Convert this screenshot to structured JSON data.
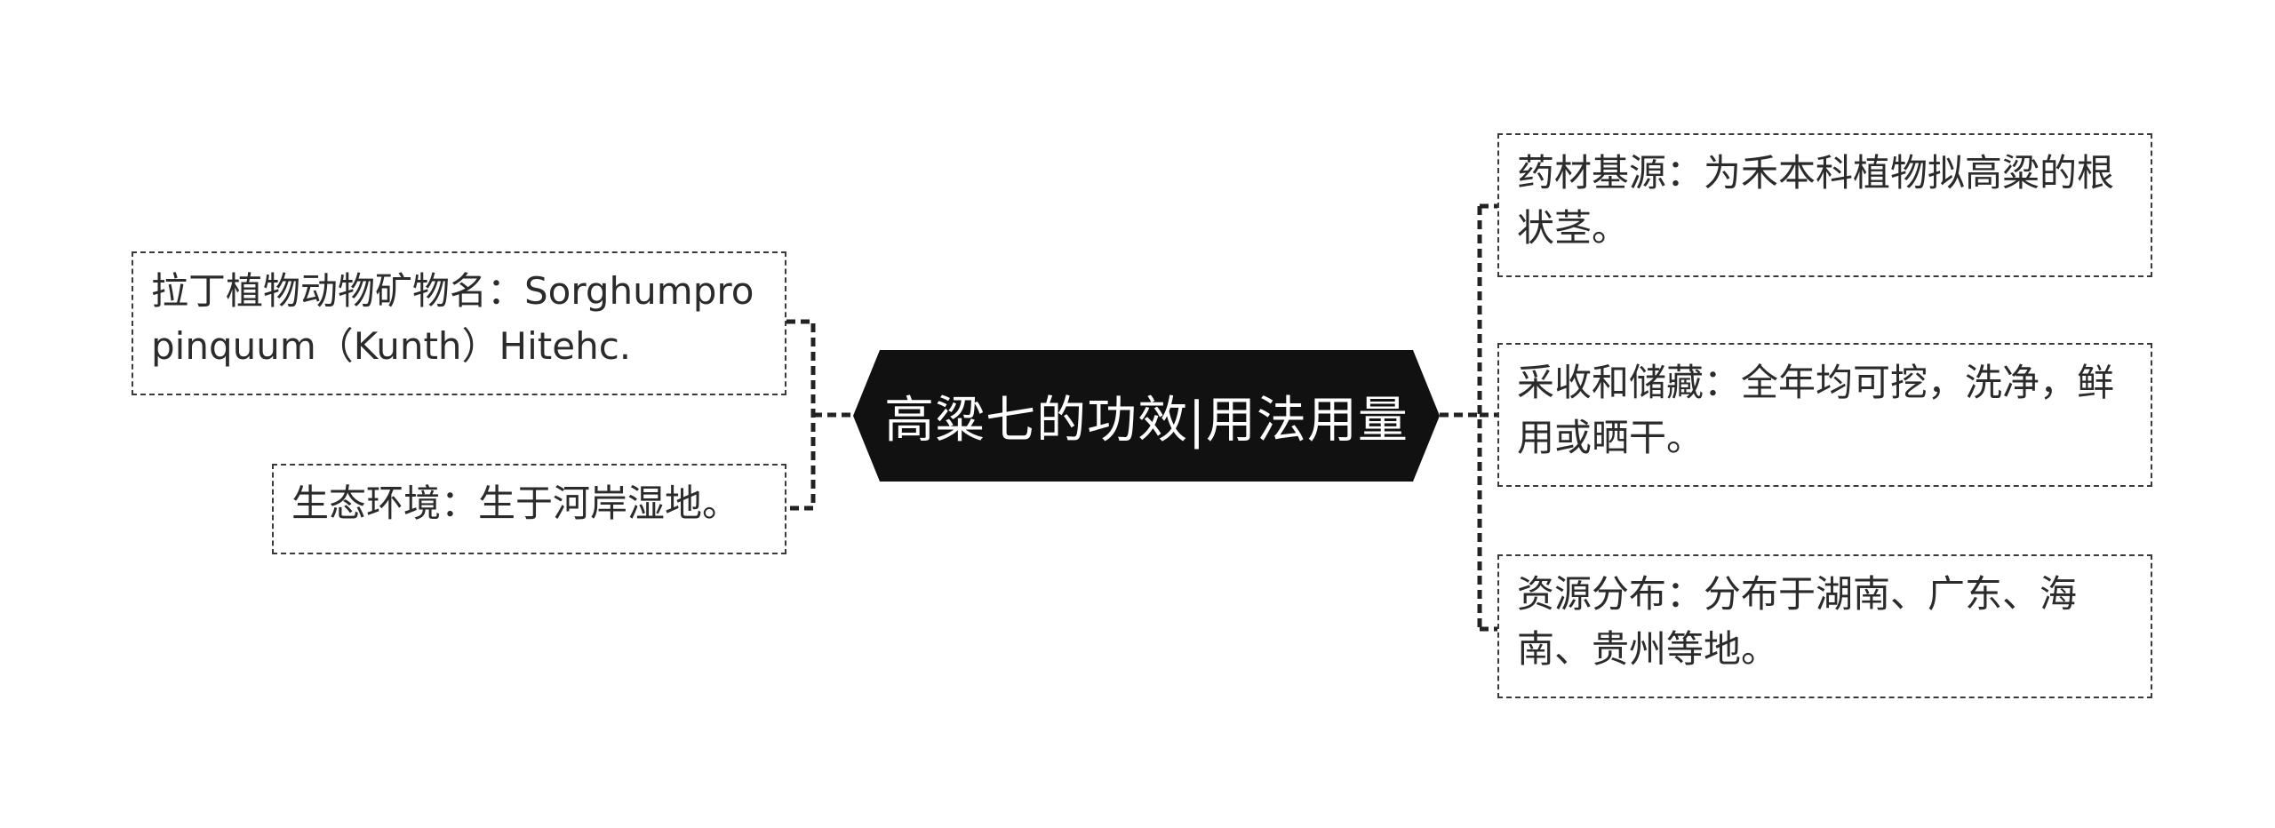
{
  "center": {
    "title": "高粱七的功效|用法用量"
  },
  "left_branches": [
    {
      "text": "拉丁植物动物矿物名：Sorghumpro pinquum（Kunth）Hitehc."
    },
    {
      "text": "生态环境：生于河岸湿地。"
    }
  ],
  "right_branches": [
    {
      "text": "药材基源：为禾本科植物拟高粱的根状茎。"
    },
    {
      "text": "采收和储藏：全年均可挖，洗净，鲜用或晒干。"
    },
    {
      "text": "资源分布：分布于湖南、广东、海南、贵州等地。"
    }
  ],
  "colors": {
    "center_fill": "#111111",
    "center_text": "#ffffff",
    "connector": "#222222",
    "border": "#3a3a3a"
  }
}
